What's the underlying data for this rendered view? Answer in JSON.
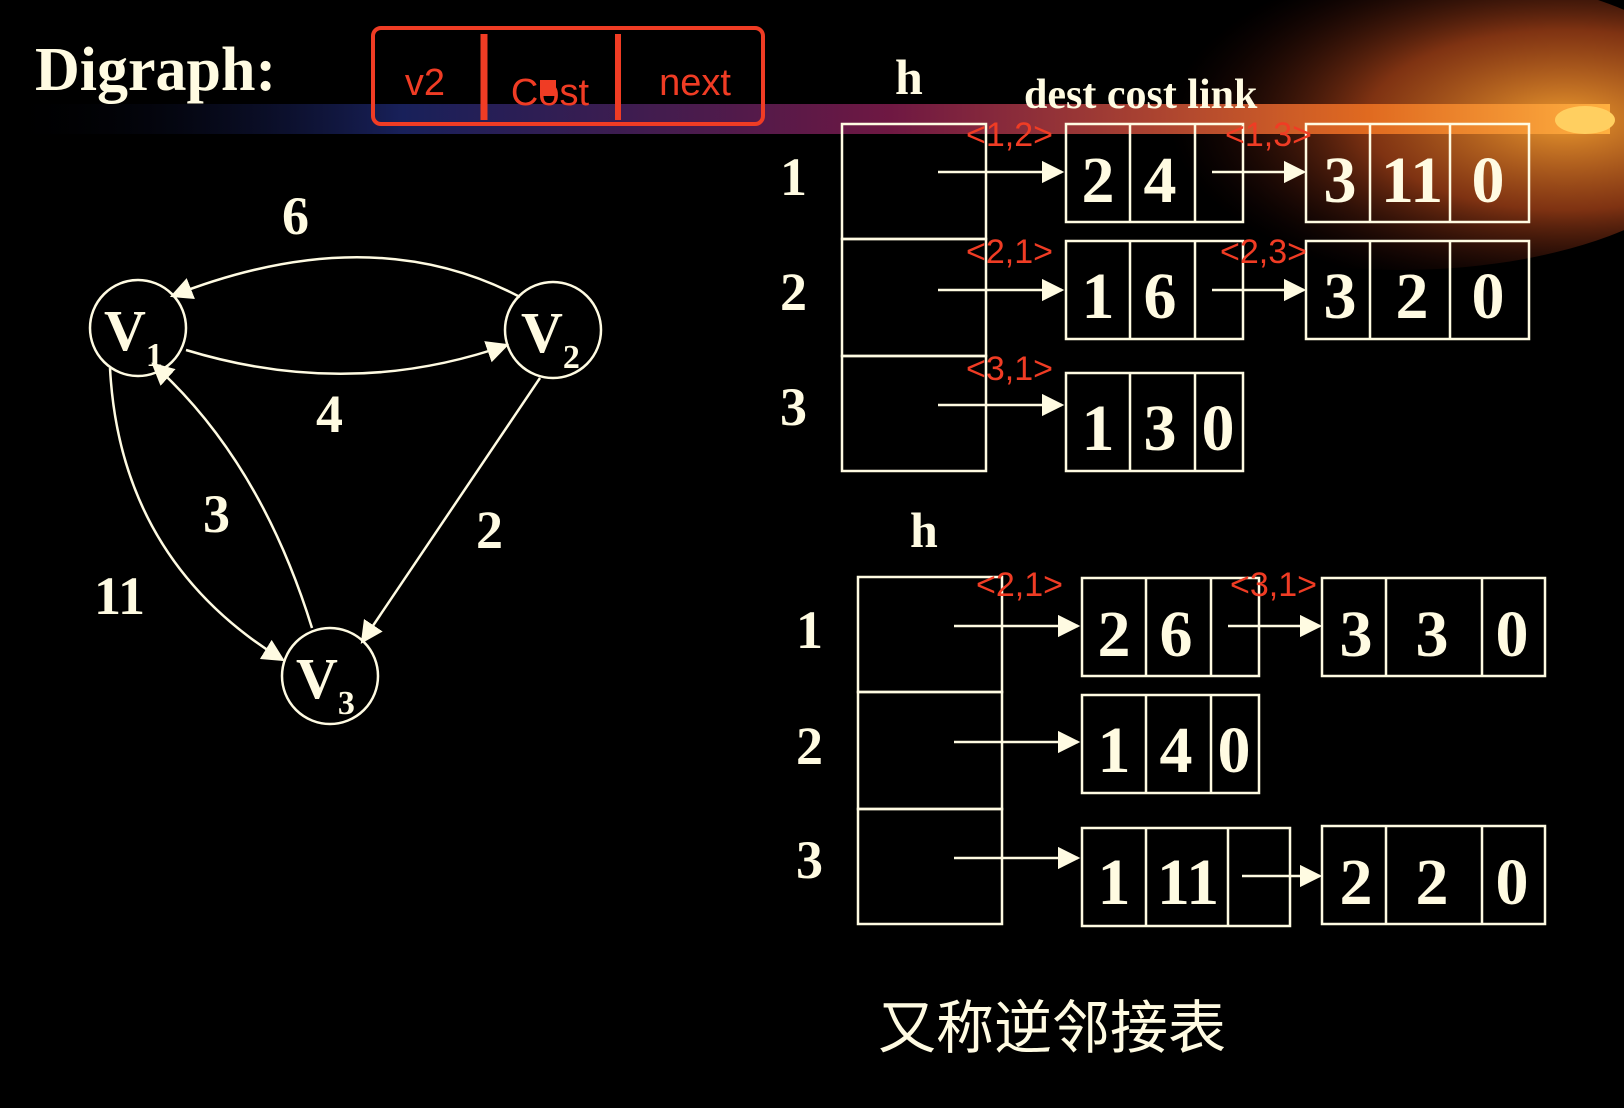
{
  "slide": {
    "title": "Digraph:",
    "footer_text": "又称逆邻接表"
  },
  "legend_box": {
    "fields": [
      "v2",
      "Cost",
      "next"
    ],
    "color": "#f03c24"
  },
  "graph": {
    "vertices": [
      {
        "letter": "V",
        "sub": "1"
      },
      {
        "letter": "V",
        "sub": "2"
      },
      {
        "letter": "V",
        "sub": "3"
      }
    ],
    "edge_weights": [
      "6",
      "4",
      "3",
      "2",
      "11"
    ]
  },
  "adjacency": {
    "head_label": "h",
    "field_header": "dest cost link",
    "row_labels": [
      "1",
      "2",
      "3"
    ],
    "nodes": [
      {
        "cells": [
          "2",
          "4",
          ""
        ],
        "tag": "<1,2>"
      },
      {
        "cells": [
          "3",
          "11",
          "0"
        ],
        "tag": "<1,3>"
      },
      {
        "cells": [
          "1",
          "6",
          ""
        ],
        "tag": "<2,1>"
      },
      {
        "cells": [
          "3",
          "2",
          "0"
        ],
        "tag": "<2,3>"
      },
      {
        "cells": [
          "1",
          "3",
          "0"
        ],
        "tag": "<3,1>"
      }
    ]
  },
  "inverse_adjacency": {
    "head_label": "h",
    "row_labels": [
      "1",
      "2",
      "3"
    ],
    "nodes": [
      {
        "cells": [
          "2",
          "6",
          ""
        ],
        "tag": "<2,1>"
      },
      {
        "cells": [
          "3",
          "3",
          "0"
        ],
        "tag": "<3,1>"
      },
      {
        "cells": [
          "1",
          "4",
          "0"
        ],
        "tag": ""
      },
      {
        "cells": [
          "1",
          "11",
          ""
        ],
        "tag": ""
      },
      {
        "cells": [
          "2",
          "2",
          "0"
        ],
        "tag": ""
      }
    ]
  },
  "colors": {
    "background": "#000000",
    "foreground": "#fffbe2",
    "annotation": "#f03c24",
    "glow": "#f2901a"
  }
}
